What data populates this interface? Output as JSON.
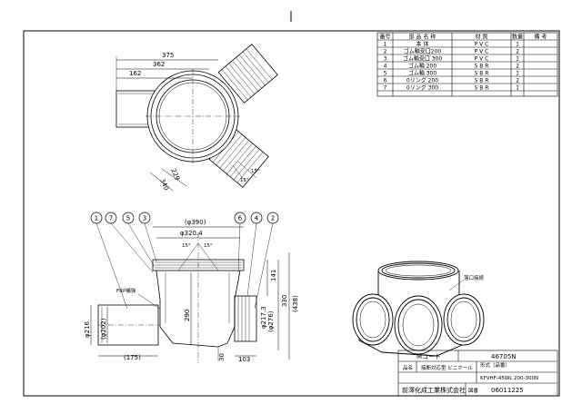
{
  "parts_table": {
    "headers": [
      "番号",
      "部 品 名 称",
      "材 質",
      "数量",
      "備 考"
    ],
    "rows": [
      [
        "1",
        "本 体",
        "P V C",
        "1",
        ""
      ],
      [
        "2",
        "ゴム輪受口200",
        "P V C",
        "2",
        ""
      ],
      [
        "3",
        "ゴム輪受口 300",
        "P V C",
        "1",
        ""
      ],
      [
        "4",
        "ゴム輪 200",
        "S B R",
        "2",
        ""
      ],
      [
        "5",
        "ゴム輪 300",
        "S B R",
        "1",
        ""
      ],
      [
        "6",
        "0リング 200",
        "S B R",
        "2",
        ""
      ],
      [
        "7",
        "0リング 300",
        "S B R",
        "1",
        ""
      ]
    ]
  },
  "top_view": {
    "dims": [
      "375",
      "362",
      "162",
      "229",
      "340",
      "15°",
      "15°"
    ]
  },
  "section_view": {
    "balloons": [
      "1",
      "7",
      "5",
      "3",
      "6",
      "4",
      "2"
    ],
    "dims": [
      "(φ390)",
      "φ320.4",
      "15°",
      "15°",
      "141",
      "330",
      "(438)",
      "φ217.3",
      "(φ276)",
      "290",
      "φ216",
      "(φ202)",
      "(175)",
      "30",
      "103"
    ],
    "frp_label": "FRP補強"
  },
  "iso_view": {
    "label": "落口接続"
  },
  "title_block": {
    "m_code_label": "Mコード",
    "m_code": "46705N",
    "name_label": "品名",
    "name": "接断対応型 ビニホール",
    "model_label": "形式（品番）",
    "model": "KFVHF-45WL 200-300N",
    "company": "前澤化成工業株式会社",
    "drawing_no_label": "図番",
    "drawing_no": "06011225"
  }
}
